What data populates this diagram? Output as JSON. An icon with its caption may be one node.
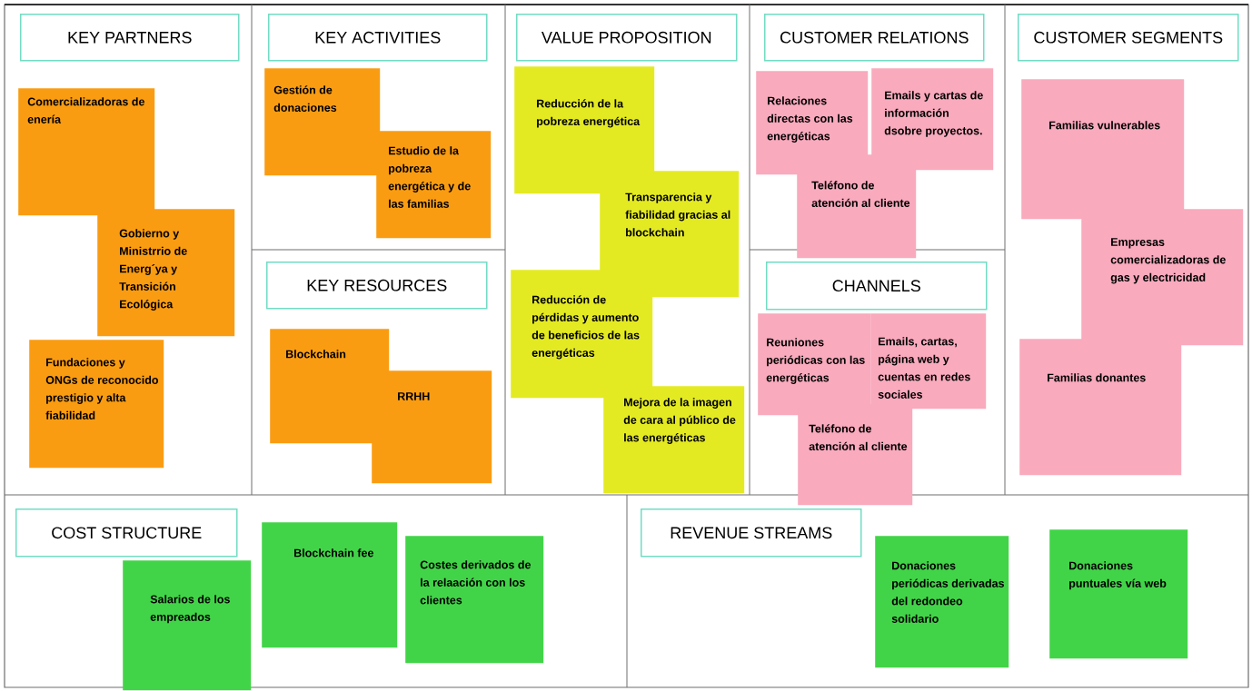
{
  "diagram": {
    "nodes": [
      {
        "text": [
          "KEY PARTNERS"
        ]
      },
      {
        "text": [
          "Comercializadoras de enería"
        ]
      },
      {
        "text": [
          "Gobierno y Ministrrio de Energ´ya y Transición Ecológica"
        ]
      },
      {
        "text": [
          "Fundaciones y ONGs de reconocido prestigio y alta fiabilidad"
        ]
      },
      {
        "text": [
          "KEY ACTIVITIES"
        ]
      },
      {
        "text": [
          "Gestión de donaciones"
        ]
      },
      {
        "text": [
          "Estudio de la pobreza energética y de las familias"
        ]
      },
      {
        "text": [
          "KEY RESOURCES"
        ]
      },
      {
        "text": [
          "Blockchain"
        ]
      },
      {
        "text": [
          "RRHH"
        ]
      },
      {
        "text": [
          "VALUE PROPOSITION"
        ]
      },
      {
        "text": [
          "Reducción de la pobreza energética"
        ]
      },
      {
        "text": [
          "Transparencia y fiabilidad gracias al blockchain"
        ]
      },
      {
        "text": [
          "Reducción de pérdidas y aumento de beneficios de las energéticas"
        ]
      },
      {
        "text": [
          "Mejora de la imagen de cara al público de las energéticas"
        ]
      },
      {
        "text": [
          "CUSTOMER RELATIONS"
        ]
      },
      {
        "text": [
          "Relaciones directas con las energéticas"
        ]
      },
      {
        "text": [
          "Emails y cartas de información dsobre proyectos."
        ]
      },
      {
        "text": [
          "Teléfono de atención al cliente"
        ]
      },
      {
        "text": [
          "CHANNELS"
        ]
      },
      {
        "text": [
          "Reuniones periódicas con las energéticas"
        ]
      },
      {
        "text": [
          "Emails, cartas, página web y cuentas en redes sociales"
        ]
      },
      {
        "text": [
          "Teléfono de atención al cliente"
        ]
      },
      {
        "text": [
          "CUSTOMER SEGMENTS"
        ]
      },
      {
        "text": [
          "Familias vulnerables"
        ]
      },
      {
        "text": [
          "Empresas comercializadoras de gas y electricidad"
        ]
      },
      {
        "text": [
          "Familias donantes"
        ]
      },
      {
        "text": [
          "COST STRUCTURE"
        ]
      },
      {
        "text": [
          "Salarios de los empreados"
        ]
      },
      {
        "text": [
          "Blockchain fee"
        ]
      },
      {
        "text": [
          "Costes derivados de la relaación con los clientes"
        ]
      },
      {
        "text": [
          "REVENUE STREAMS"
        ]
      },
      {
        "text": [
          "Donaciones periódicas derivadas del redondeo solidario"
        ]
      },
      {
        "text": [
          "Donaciones puntuales vía web"
        ]
      }
    ]
  }
}
